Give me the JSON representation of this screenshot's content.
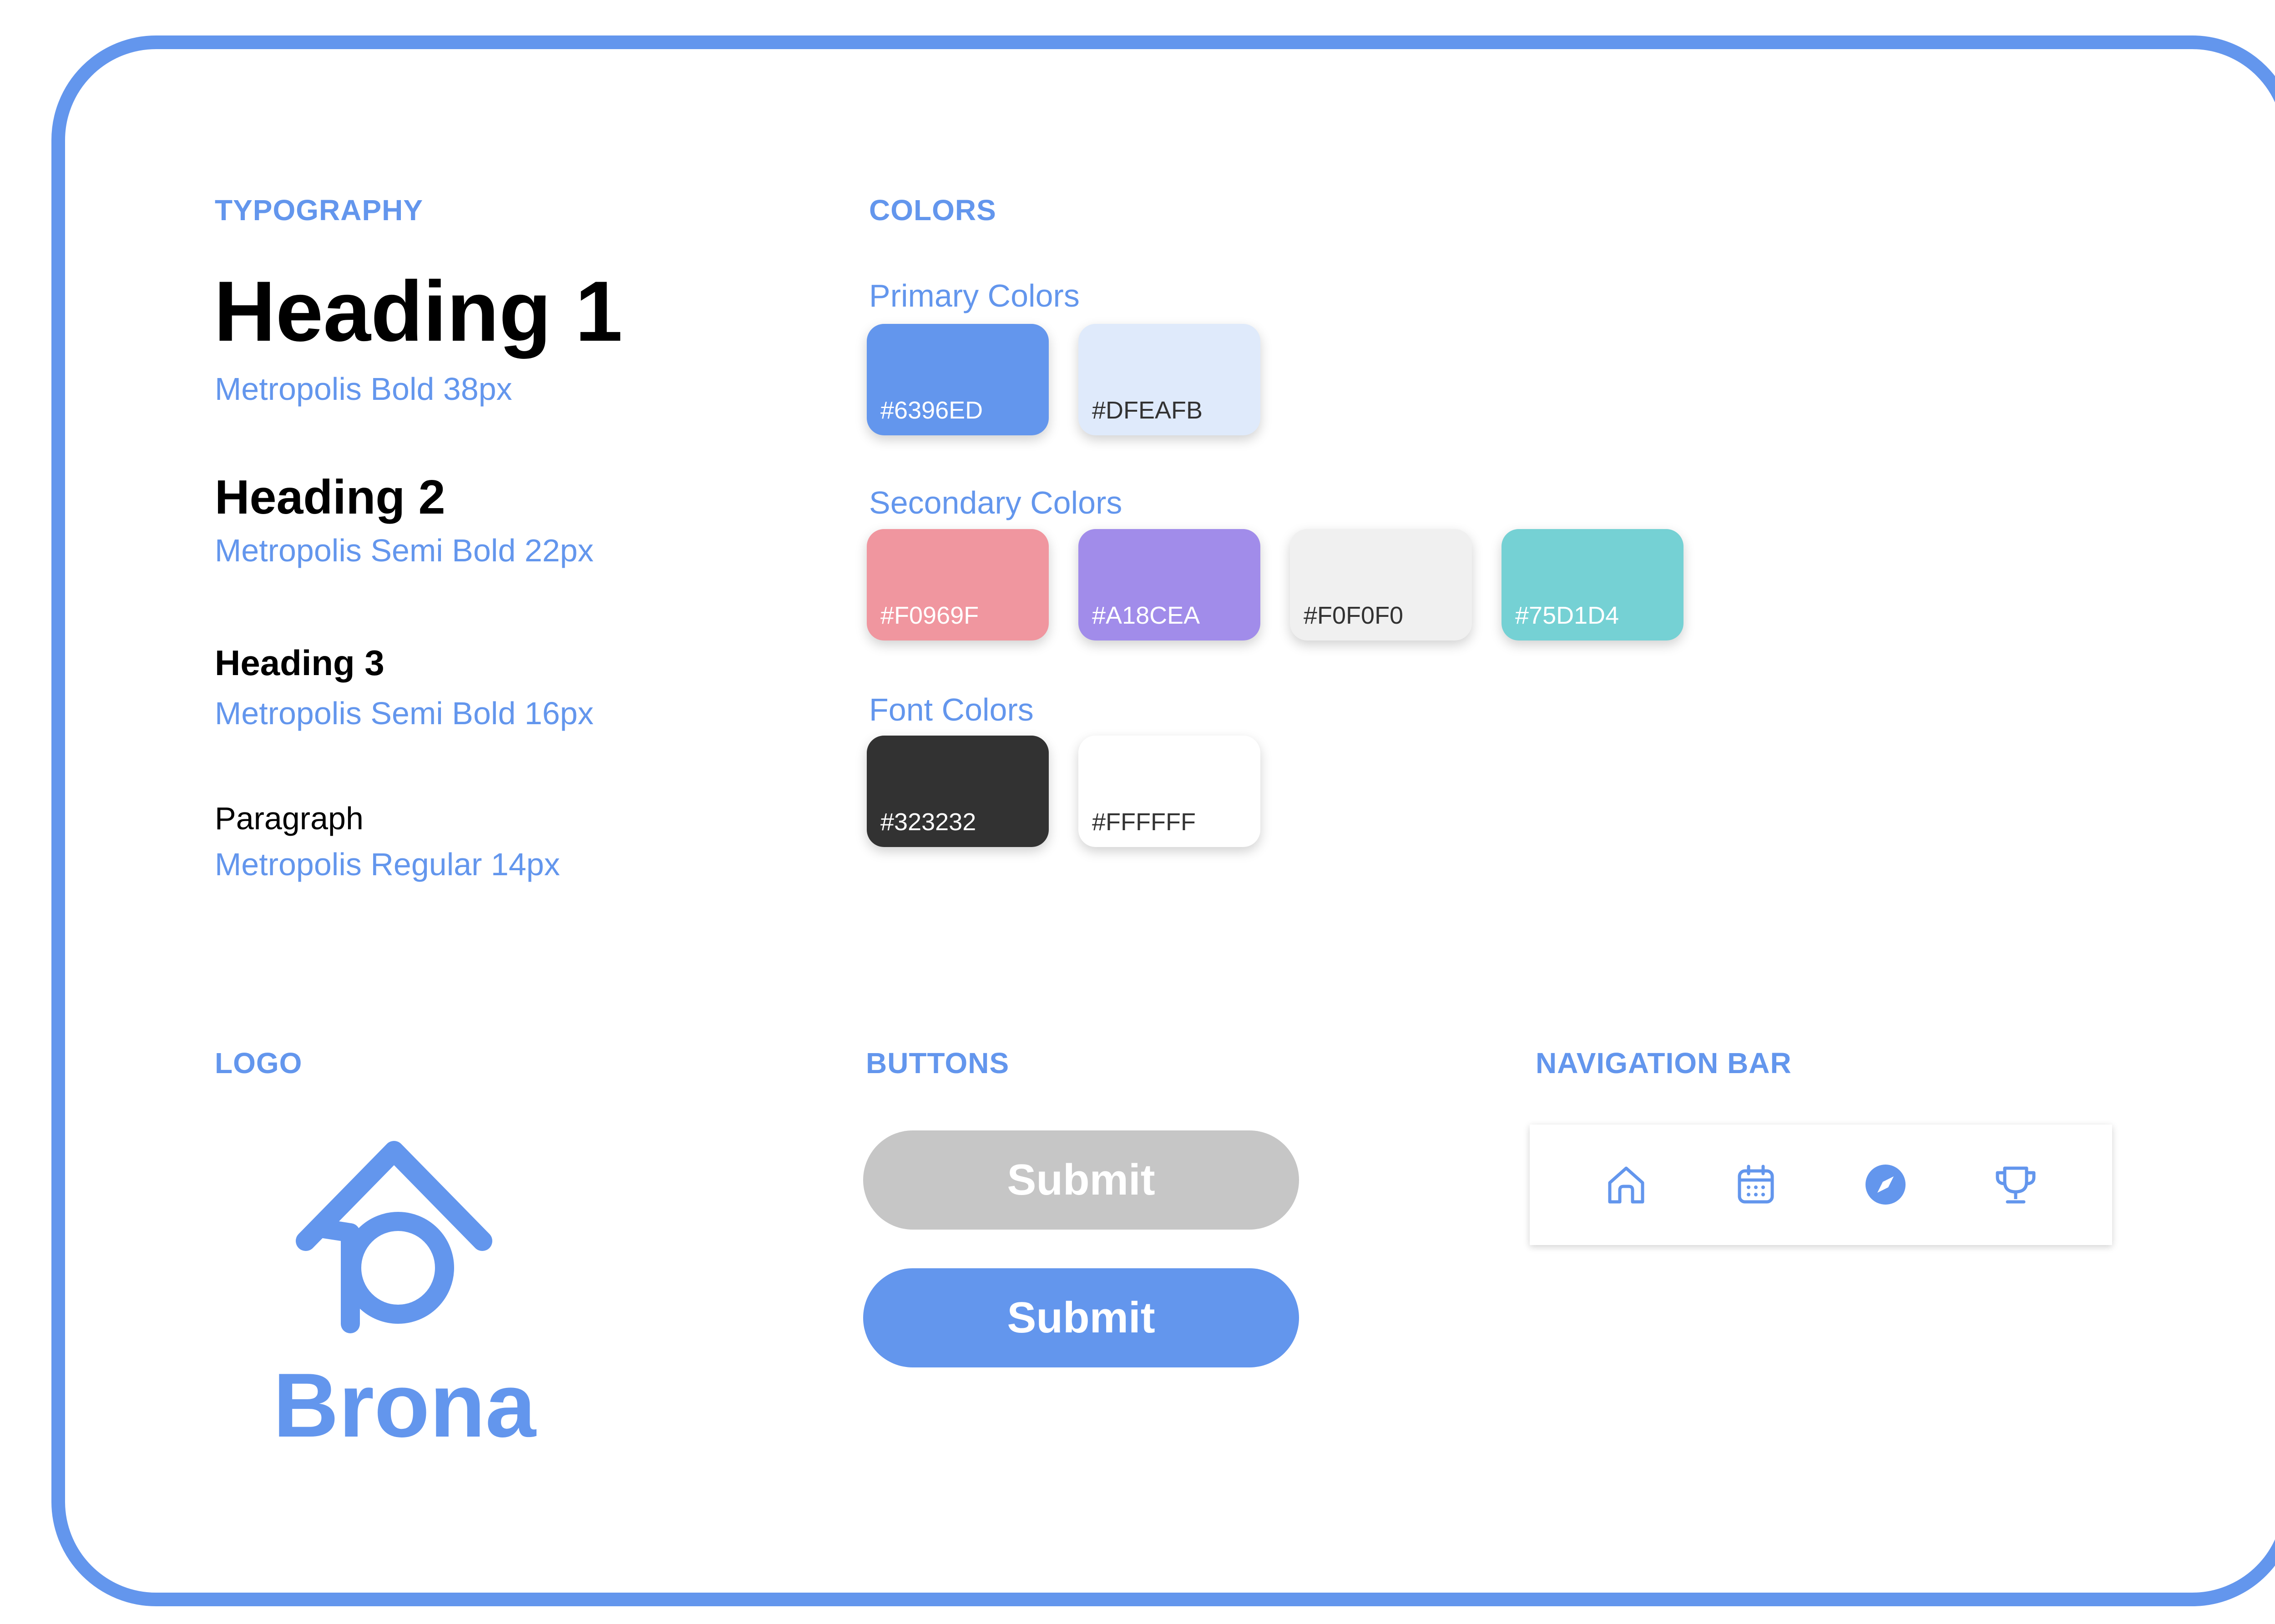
{
  "sections": {
    "typography": "TYPOGRAPHY",
    "colors": "COLORS",
    "logo": "LOGO",
    "buttons": "BUTTONS",
    "navigation": "NAVIGATION BAR"
  },
  "typography": {
    "h1": {
      "sample": "Heading 1",
      "spec": "Metropolis Bold 38px"
    },
    "h2": {
      "sample": "Heading 2",
      "spec": "Metropolis Semi Bold 22px"
    },
    "h3": {
      "sample": "Heading 3",
      "spec": "Metropolis Semi Bold 16px"
    },
    "paragraph": {
      "sample": "Paragraph",
      "spec": "Metropolis Regular 14px"
    }
  },
  "colors": {
    "primary_label": "Primary Colors",
    "primary": [
      {
        "hex": "#6396ED",
        "label": "#6396ED",
        "text_color": "#FFFFFF"
      },
      {
        "hex": "#DFEAFB",
        "label": "#DFEAFB",
        "text_color": "#323232"
      }
    ],
    "secondary_label": "Secondary Colors",
    "secondary": [
      {
        "hex": "#F0969F",
        "label": "#F0969F",
        "text_color": "#FFFFFF"
      },
      {
        "hex": "#A18CEA",
        "label": "#A18CEA",
        "text_color": "#FFFFFF"
      },
      {
        "hex": "#F0F0F0",
        "label": "#F0F0F0",
        "text_color": "#323232"
      },
      {
        "hex": "#75D1D4",
        "label": "#75D1D4",
        "text_color": "#FFFFFF"
      }
    ],
    "font_label": "Font Colors",
    "font": [
      {
        "hex": "#323232",
        "label": "#323232",
        "text_color": "#FFFFFF"
      },
      {
        "hex": "#FFFFFF",
        "label": "#FFFFFF",
        "text_color": "#323232"
      }
    ]
  },
  "logo": {
    "wordmark": "Brona",
    "icon": "house-b-icon",
    "color": "#6396ED"
  },
  "buttons": {
    "disabled_label": "Submit",
    "primary_label": "Submit",
    "disabled_color": "#C6C6C6",
    "primary_color": "#6396ED"
  },
  "navbar": {
    "icons": [
      "home-icon",
      "calendar-icon",
      "compass-icon",
      "trophy-icon"
    ],
    "active": "compass-icon"
  },
  "theme": {
    "accent": "#6396ED"
  }
}
